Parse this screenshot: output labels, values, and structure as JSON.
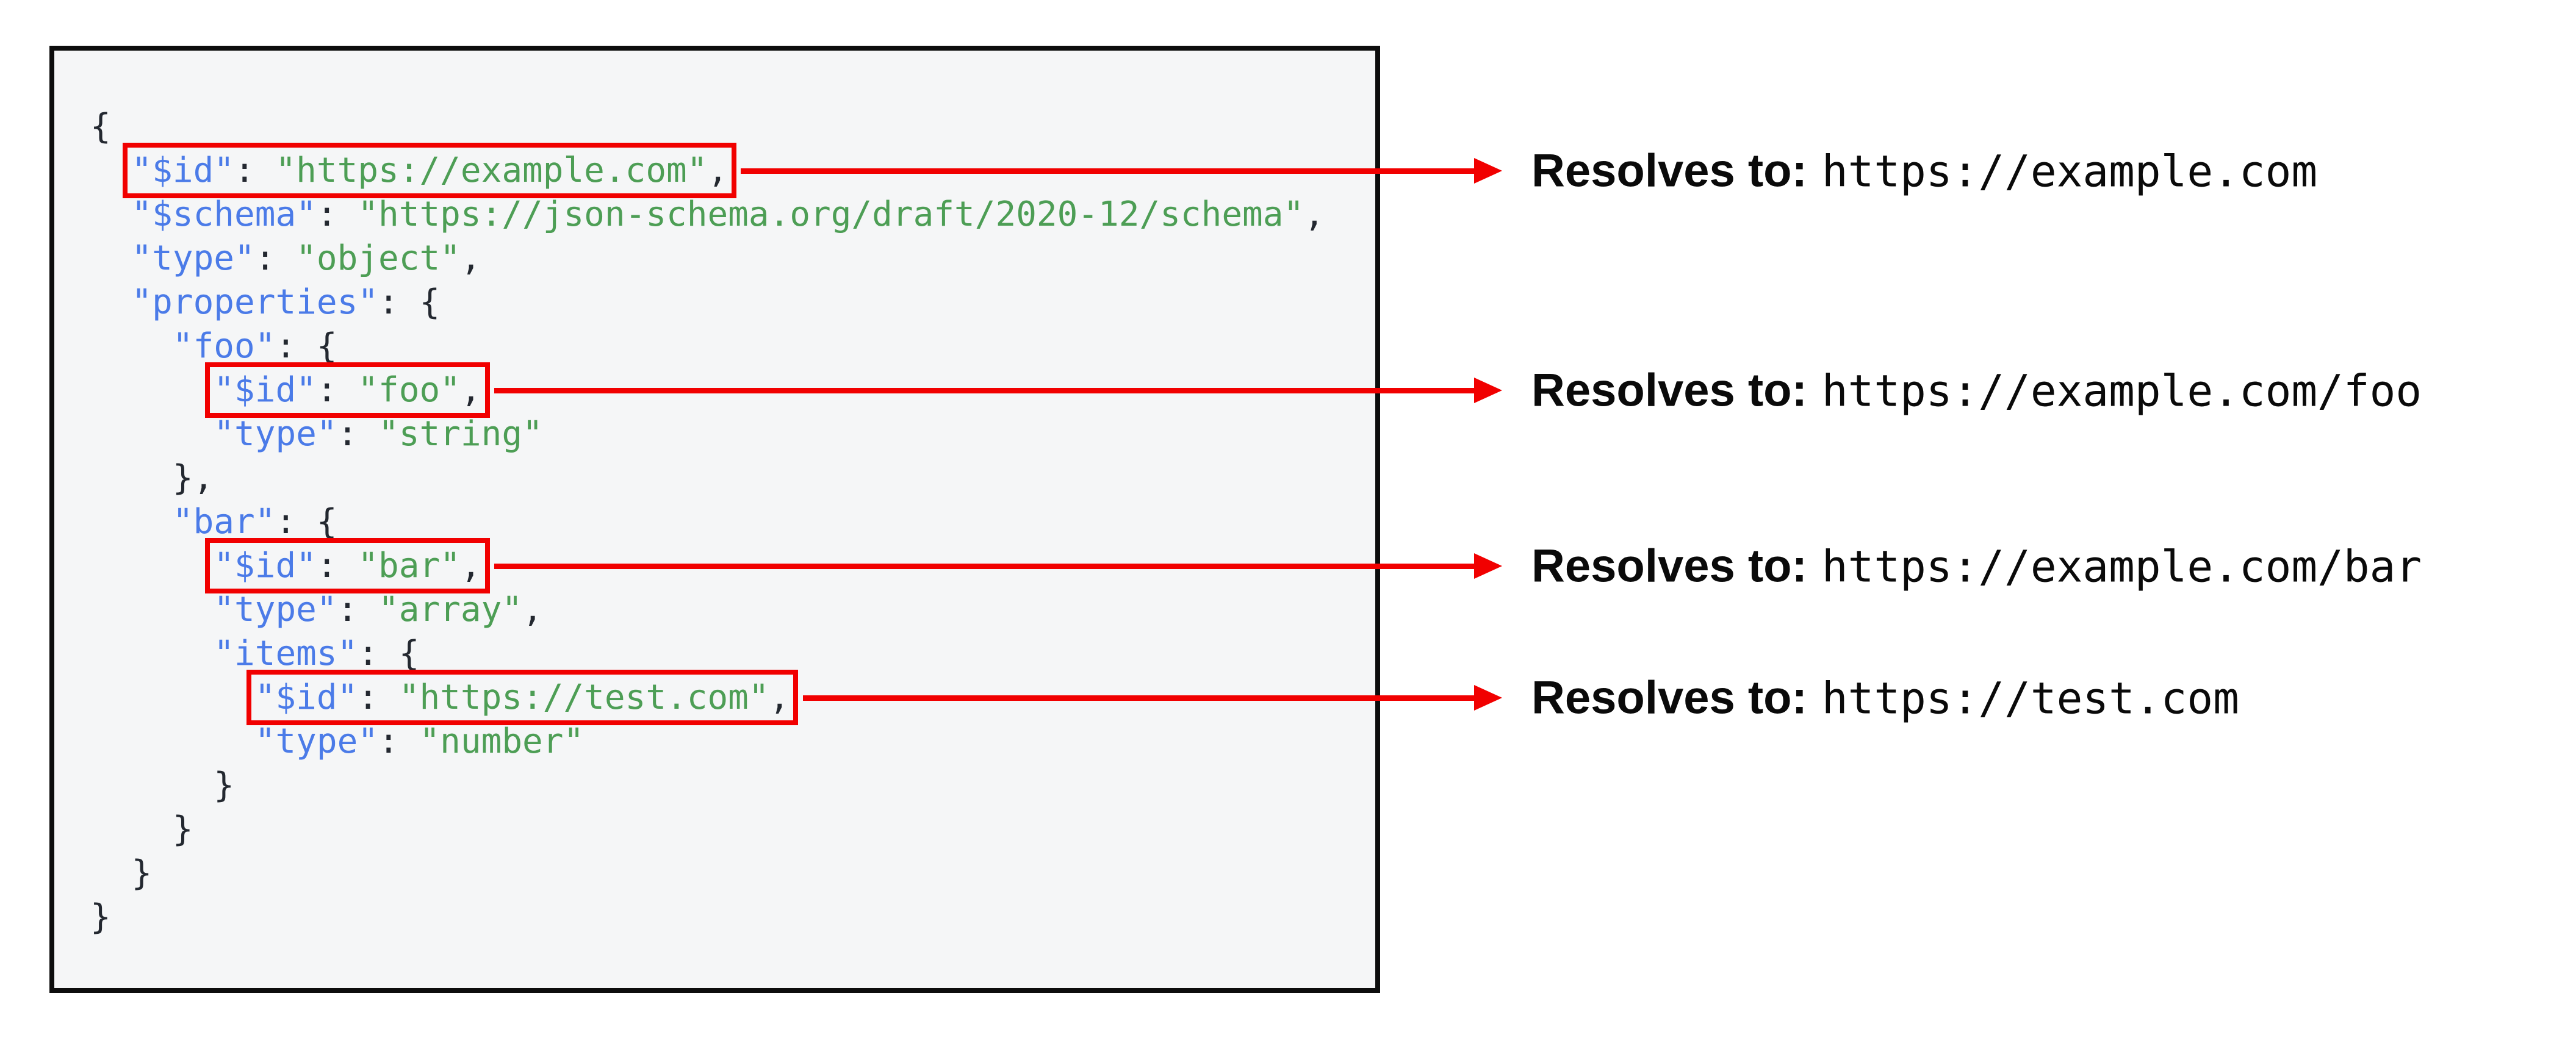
{
  "colors": {
    "key": "#4b7be8",
    "string": "#4d9e55",
    "punctuation": "#232830",
    "highlight_red": "#f10000",
    "panel_border": "#0d0d0d",
    "panel_background": "#f5f6f7"
  },
  "code_panel": {
    "language": "json",
    "lines": [
      {
        "indent": "",
        "boxed": false,
        "segments": [
          {
            "text": "{",
            "type": "punctuation"
          }
        ]
      },
      {
        "indent": "  ",
        "boxed": true,
        "segments": [
          {
            "text": "\"$id\"",
            "type": "key"
          },
          {
            "text": ": ",
            "type": "punctuation"
          },
          {
            "text": "\"https://example.com\"",
            "type": "string"
          },
          {
            "text": ",",
            "type": "punctuation"
          }
        ]
      },
      {
        "indent": "  ",
        "boxed": false,
        "segments": [
          {
            "text": "\"$schema\"",
            "type": "key"
          },
          {
            "text": ": ",
            "type": "punctuation"
          },
          {
            "text": "\"https://json-schema.org/draft/2020-12/schema\"",
            "type": "string"
          },
          {
            "text": ",",
            "type": "punctuation"
          }
        ]
      },
      {
        "indent": "  ",
        "boxed": false,
        "segments": [
          {
            "text": "\"type\"",
            "type": "key"
          },
          {
            "text": ": ",
            "type": "punctuation"
          },
          {
            "text": "\"object\"",
            "type": "string"
          },
          {
            "text": ",",
            "type": "punctuation"
          }
        ]
      },
      {
        "indent": "  ",
        "boxed": false,
        "segments": [
          {
            "text": "\"properties\"",
            "type": "key"
          },
          {
            "text": ": {",
            "type": "punctuation"
          }
        ]
      },
      {
        "indent": "    ",
        "boxed": false,
        "segments": [
          {
            "text": "\"foo\"",
            "type": "key"
          },
          {
            "text": ": {",
            "type": "punctuation"
          }
        ]
      },
      {
        "indent": "      ",
        "boxed": true,
        "segments": [
          {
            "text": "\"$id\"",
            "type": "key"
          },
          {
            "text": ": ",
            "type": "punctuation"
          },
          {
            "text": "\"foo\"",
            "type": "string"
          },
          {
            "text": ",",
            "type": "punctuation"
          }
        ]
      },
      {
        "indent": "      ",
        "boxed": false,
        "segments": [
          {
            "text": "\"type\"",
            "type": "key"
          },
          {
            "text": ": ",
            "type": "punctuation"
          },
          {
            "text": "\"string\"",
            "type": "string"
          }
        ]
      },
      {
        "indent": "    ",
        "boxed": false,
        "segments": [
          {
            "text": "},",
            "type": "punctuation"
          }
        ]
      },
      {
        "indent": "    ",
        "boxed": false,
        "segments": [
          {
            "text": "\"bar\"",
            "type": "key"
          },
          {
            "text": ": {",
            "type": "punctuation"
          }
        ]
      },
      {
        "indent": "      ",
        "boxed": true,
        "segments": [
          {
            "text": "\"$id\"",
            "type": "key"
          },
          {
            "text": ": ",
            "type": "punctuation"
          },
          {
            "text": "\"bar\"",
            "type": "string"
          },
          {
            "text": ",",
            "type": "punctuation"
          }
        ]
      },
      {
        "indent": "      ",
        "boxed": false,
        "segments": [
          {
            "text": "\"type\"",
            "type": "key"
          },
          {
            "text": ": ",
            "type": "punctuation"
          },
          {
            "text": "\"array\"",
            "type": "string"
          },
          {
            "text": ",",
            "type": "punctuation"
          }
        ]
      },
      {
        "indent": "      ",
        "boxed": false,
        "segments": [
          {
            "text": "\"items\"",
            "type": "key"
          },
          {
            "text": ": {",
            "type": "punctuation"
          }
        ]
      },
      {
        "indent": "        ",
        "boxed": true,
        "segments": [
          {
            "text": "\"$id\"",
            "type": "key"
          },
          {
            "text": ": ",
            "type": "punctuation"
          },
          {
            "text": "\"https://test.com\"",
            "type": "string"
          },
          {
            "text": ",",
            "type": "punctuation"
          }
        ]
      },
      {
        "indent": "        ",
        "boxed": false,
        "segments": [
          {
            "text": "\"type\"",
            "type": "key"
          },
          {
            "text": ": ",
            "type": "punctuation"
          },
          {
            "text": "\"number\"",
            "type": "string"
          }
        ]
      },
      {
        "indent": "      ",
        "boxed": false,
        "segments": [
          {
            "text": "}",
            "type": "punctuation"
          }
        ]
      },
      {
        "indent": "    ",
        "boxed": false,
        "segments": [
          {
            "text": "}",
            "type": "punctuation"
          }
        ]
      },
      {
        "indent": "  ",
        "boxed": false,
        "segments": [
          {
            "text": "}",
            "type": "punctuation"
          }
        ]
      },
      {
        "indent": "",
        "boxed": false,
        "segments": [
          {
            "text": "}",
            "type": "punctuation"
          }
        ]
      }
    ]
  },
  "annotations": [
    {
      "label": "Resolves to:",
      "url": "https://example.com"
    },
    {
      "label": "Resolves to:",
      "url": "https://example.com/foo"
    },
    {
      "label": "Resolves to:",
      "url": "https://example.com/bar"
    },
    {
      "label": "Resolves to:",
      "url": "https://test.com"
    }
  ]
}
